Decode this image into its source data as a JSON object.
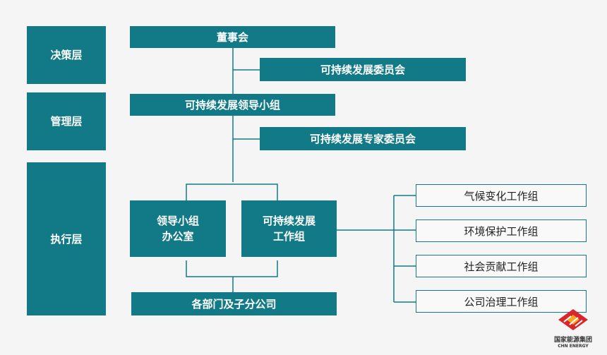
{
  "layers": {
    "decision": "决策层",
    "management": "管理层",
    "execution": "执行层"
  },
  "nodes": {
    "board": "董事会",
    "sd_committee": "可持续发展委员会",
    "sd_leading_group": "可持续发展领导小组",
    "sd_expert_committee": "可持续发展专家委员会",
    "leading_office_line1": "领导小组",
    "leading_office_line2": "办公室",
    "sd_working_group_line1": "可持续发展",
    "sd_working_group_line2": "工作组",
    "departments": "各部门及子分公司"
  },
  "working_groups": [
    "气候变化工作组",
    "环境保护工作组",
    "社会贡献工作组",
    "公司治理工作组"
  ],
  "logo": {
    "cn": "国家能源集团",
    "en": "CHN ENERGY"
  },
  "colors": {
    "teal": "#127a87",
    "background": "#f5f5f5"
  }
}
